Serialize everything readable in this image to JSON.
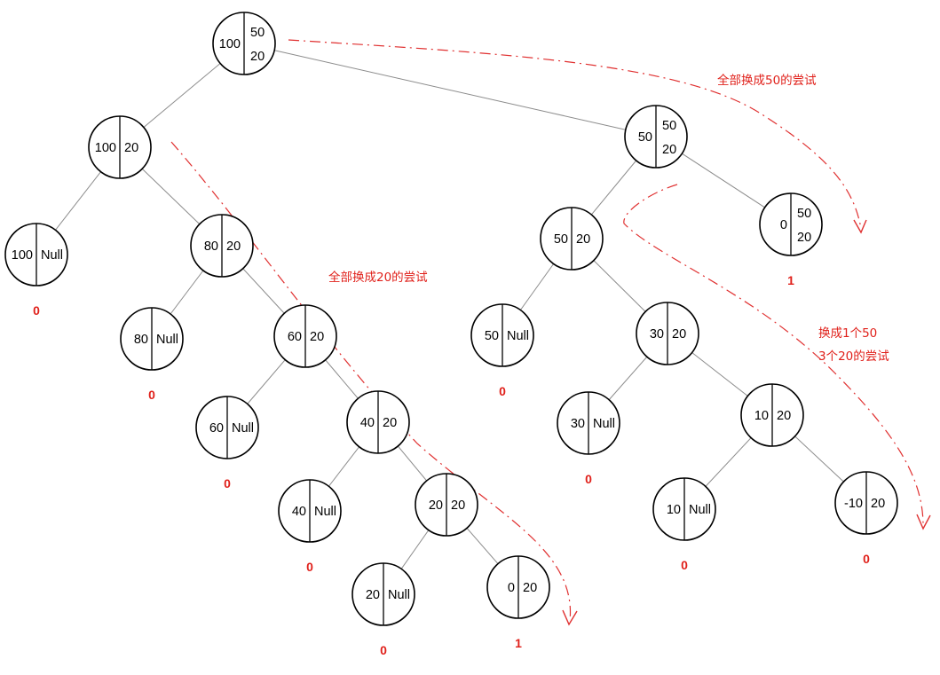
{
  "colors": {
    "accent": "#e0201a",
    "edge": "#8c8c8c",
    "ink": "#000000"
  },
  "nodes": [
    {
      "id": "n0",
      "left": "100",
      "right": [
        "50",
        "20"
      ]
    },
    {
      "id": "n1",
      "left": "100",
      "right": [
        "20"
      ]
    },
    {
      "id": "n2",
      "left": "50",
      "right": [
        "50",
        "20"
      ]
    },
    {
      "id": "n3",
      "left": "100",
      "right": [
        "Null"
      ]
    },
    {
      "id": "n4",
      "left": "80",
      "right": [
        "20"
      ]
    },
    {
      "id": "n5",
      "left": "50",
      "right": [
        "20"
      ]
    },
    {
      "id": "n6",
      "left": "0",
      "right": [
        "50",
        "20"
      ]
    },
    {
      "id": "n7",
      "left": "80",
      "right": [
        "Null"
      ]
    },
    {
      "id": "n8",
      "left": "60",
      "right": [
        "20"
      ]
    },
    {
      "id": "n9",
      "left": "50",
      "right": [
        "Null"
      ]
    },
    {
      "id": "n10",
      "left": "30",
      "right": [
        "20"
      ]
    },
    {
      "id": "n11",
      "left": "60",
      "right": [
        "Null"
      ]
    },
    {
      "id": "n12",
      "left": "40",
      "right": [
        "20"
      ]
    },
    {
      "id": "n13",
      "left": "30",
      "right": [
        "Null"
      ]
    },
    {
      "id": "n14",
      "left": "10",
      "right": [
        "20"
      ]
    },
    {
      "id": "n15",
      "left": "40",
      "right": [
        "Null"
      ]
    },
    {
      "id": "n16",
      "left": "20",
      "right": [
        "20"
      ]
    },
    {
      "id": "n17",
      "left": "10",
      "right": [
        "Null"
      ]
    },
    {
      "id": "n18",
      "left": "-10",
      "right": [
        "20"
      ]
    },
    {
      "id": "n19",
      "left": "20",
      "right": [
        "Null"
      ]
    },
    {
      "id": "n20",
      "left": "0",
      "right": [
        "20"
      ]
    }
  ],
  "edges": [
    [
      "n0",
      "n1"
    ],
    [
      "n0",
      "n2"
    ],
    [
      "n1",
      "n3"
    ],
    [
      "n1",
      "n4"
    ],
    [
      "n2",
      "n5"
    ],
    [
      "n2",
      "n6"
    ],
    [
      "n4",
      "n7"
    ],
    [
      "n4",
      "n8"
    ],
    [
      "n5",
      "n9"
    ],
    [
      "n5",
      "n10"
    ],
    [
      "n8",
      "n11"
    ],
    [
      "n8",
      "n12"
    ],
    [
      "n10",
      "n13"
    ],
    [
      "n10",
      "n14"
    ],
    [
      "n12",
      "n15"
    ],
    [
      "n12",
      "n16"
    ],
    [
      "n14",
      "n17"
    ],
    [
      "n14",
      "n18"
    ],
    [
      "n16",
      "n19"
    ],
    [
      "n16",
      "n20"
    ]
  ],
  "results": [
    {
      "node": "n3",
      "value": "0"
    },
    {
      "node": "n6",
      "value": "1"
    },
    {
      "node": "n7",
      "value": "0"
    },
    {
      "node": "n9",
      "value": "0"
    },
    {
      "node": "n11",
      "value": "0"
    },
    {
      "node": "n13",
      "value": "0"
    },
    {
      "node": "n15",
      "value": "0"
    },
    {
      "node": "n17",
      "value": "0"
    },
    {
      "node": "n18",
      "value": "0"
    },
    {
      "node": "n19",
      "value": "0"
    },
    {
      "node": "n20",
      "value": "1"
    }
  ],
  "annotations": {
    "all_50": "全部换成50的尝试",
    "all_20": "全部换成20的尝试",
    "mixed_line1": "换成1个50",
    "mixed_line2": "3个20的尝试"
  }
}
